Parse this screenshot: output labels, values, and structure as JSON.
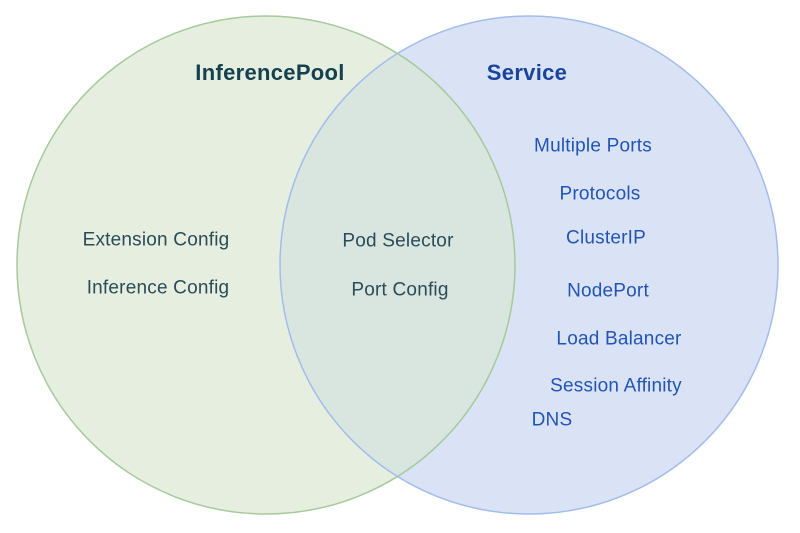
{
  "left_circle": {
    "title": "InferencePool",
    "items": [
      "Extension Config",
      "Inference Config"
    ],
    "fill": "#e6efdf",
    "stroke": "#a6ca9b",
    "title_color": "#15404f",
    "item_color": "#2a4b59"
  },
  "right_circle": {
    "title": "Service",
    "items": [
      "Multiple Ports",
      "Protocols",
      "ClusterIP",
      "NodePort",
      "Load Balancer",
      "Session Affinity",
      "DNS"
    ],
    "fill": "#d9e3f5",
    "stroke": "#a2bdec",
    "title_color": "#1a449c",
    "item_color": "#2254b4"
  },
  "intersection": {
    "items": [
      "Pod Selector",
      "Port Config"
    ],
    "fill": "#d9e6df",
    "item_color": "#2a4b59"
  }
}
